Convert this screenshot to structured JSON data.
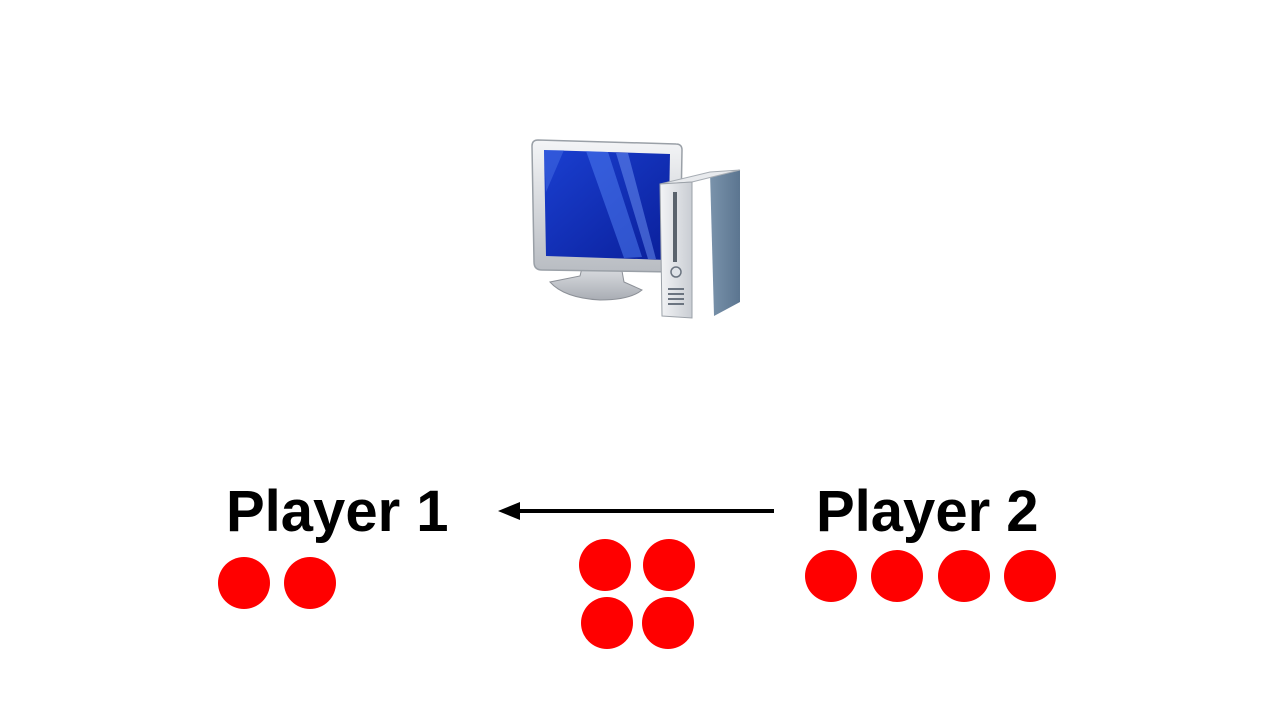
{
  "players": {
    "player1": {
      "label": "Player 1",
      "token_count": 2
    },
    "player2": {
      "label": "Player 2",
      "token_count": 4
    }
  },
  "transfer": {
    "direction": "player2-to-player1",
    "token_count": 4
  },
  "colors": {
    "token": "#ff0000",
    "text": "#000000",
    "background": "#ffffff"
  },
  "icons": {
    "center": "desktop-computer-icon"
  }
}
